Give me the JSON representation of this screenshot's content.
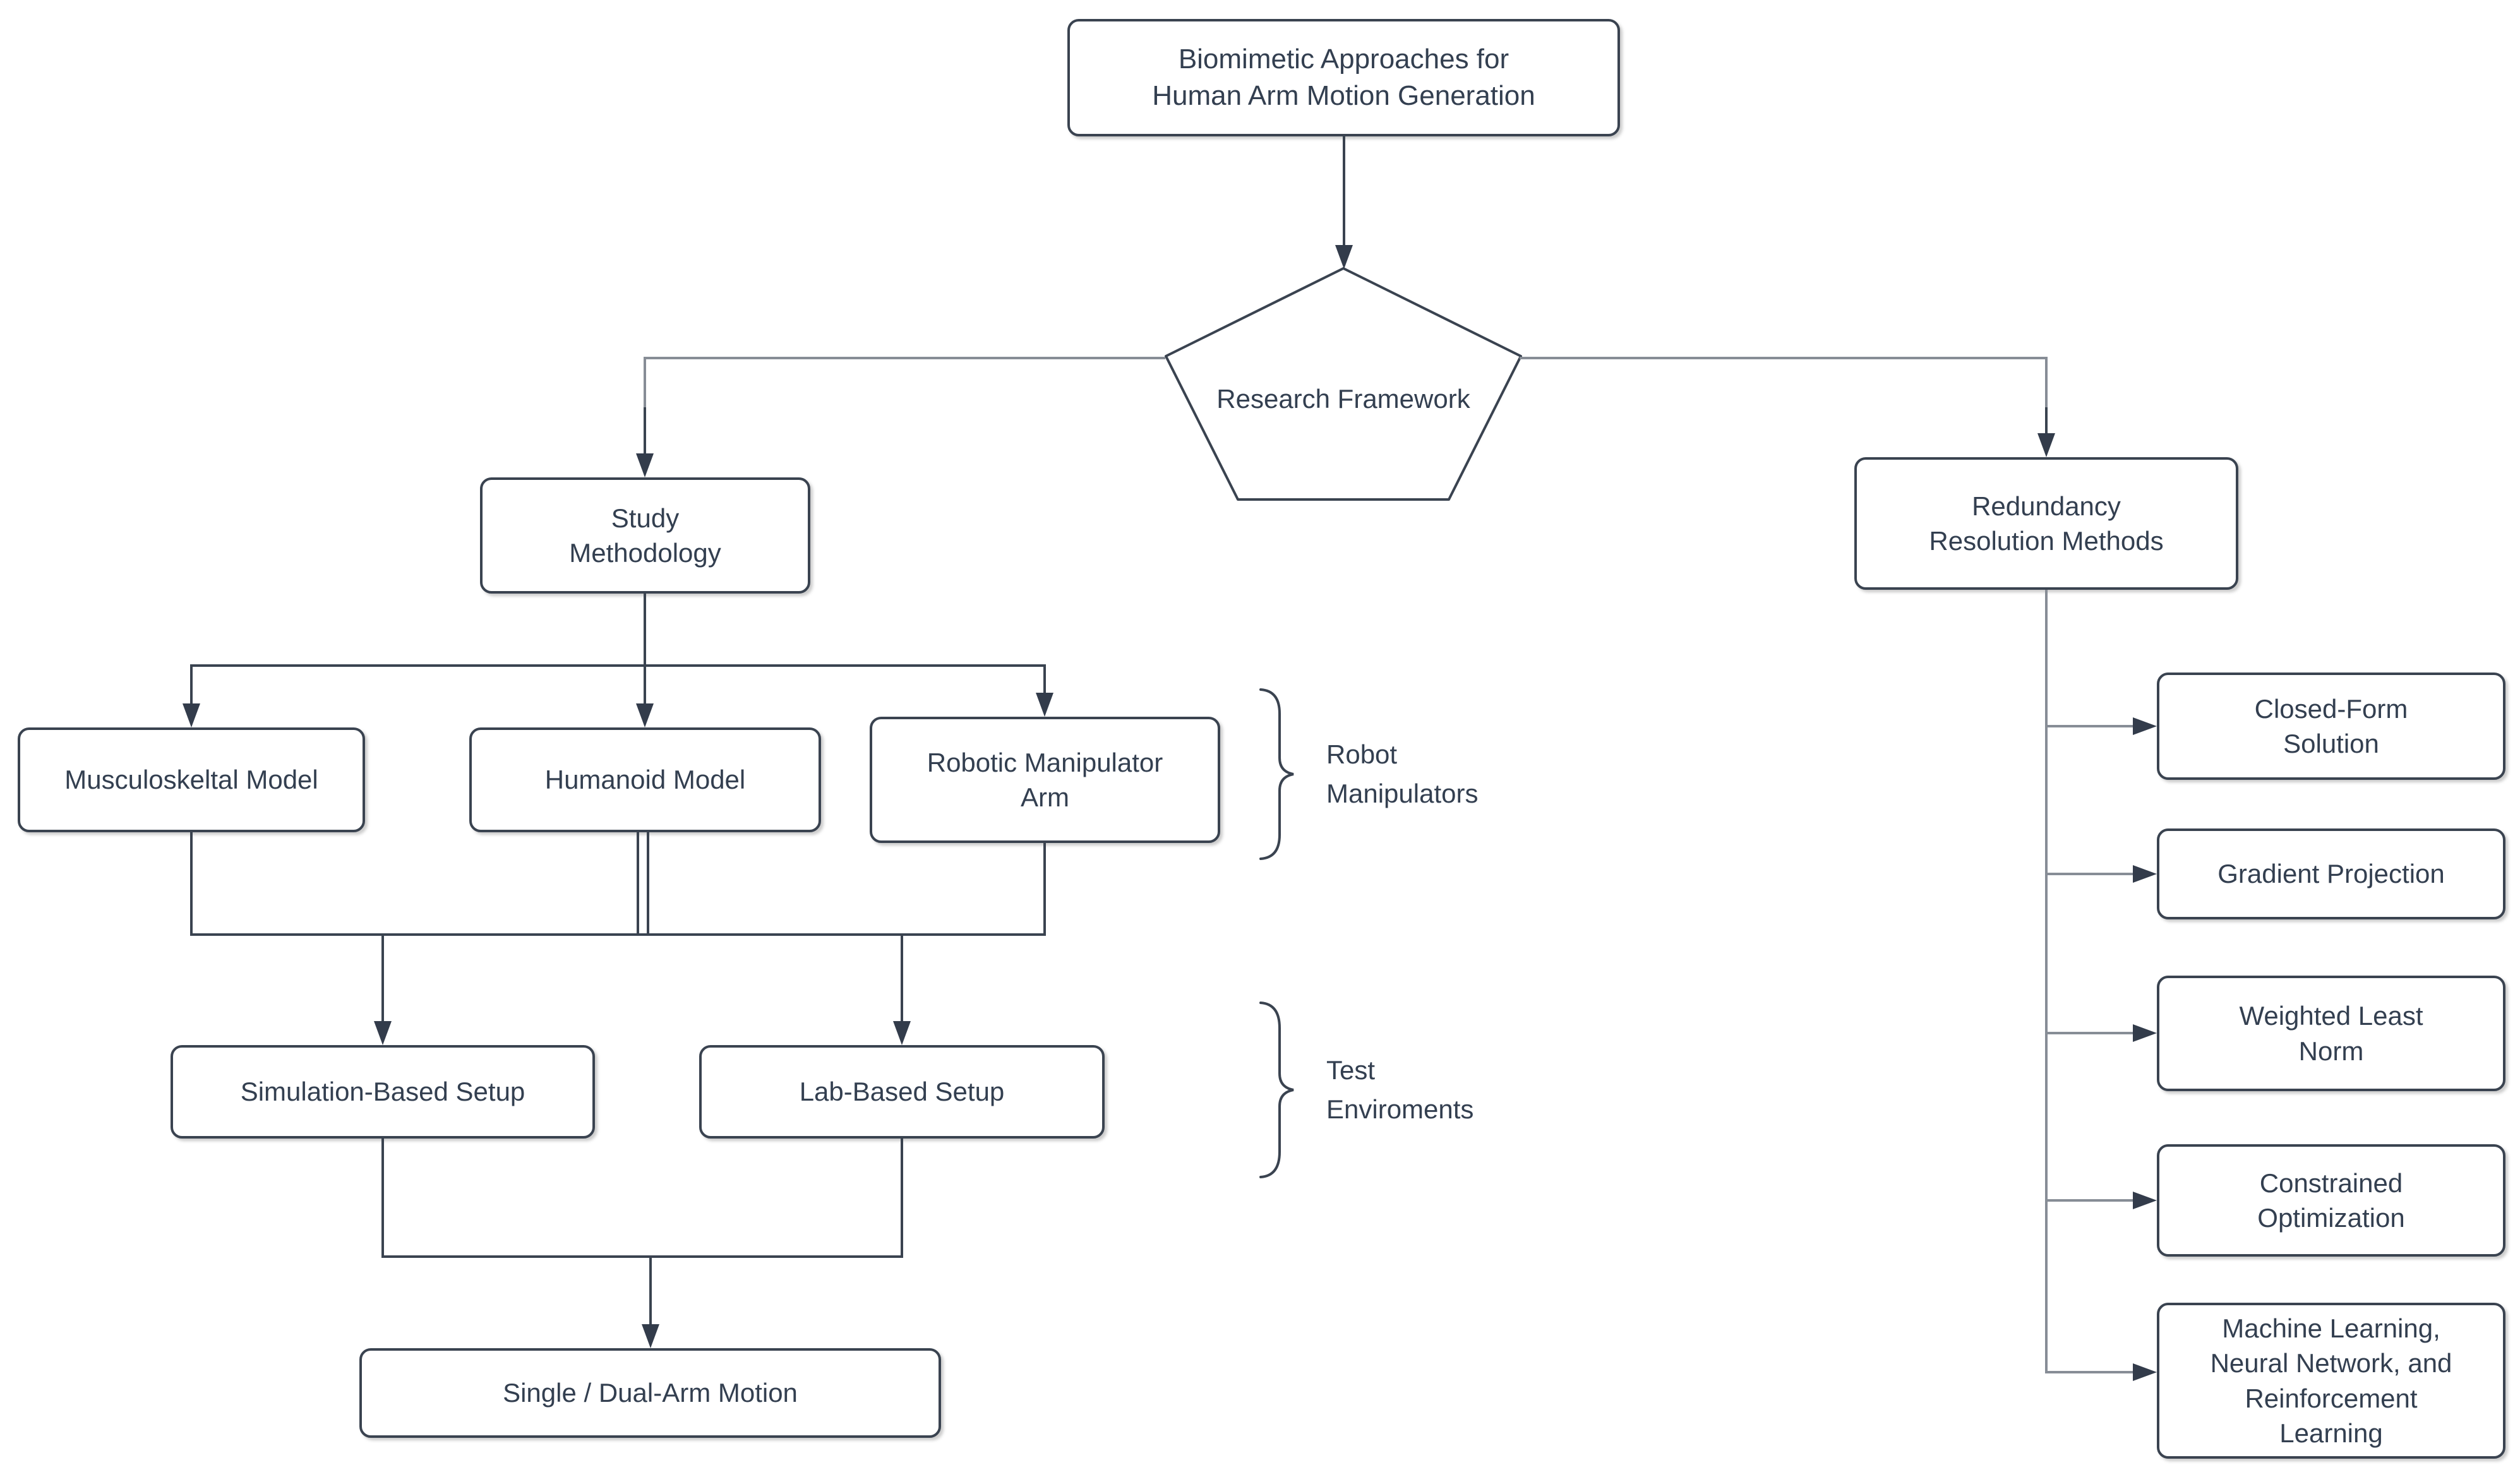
{
  "diagram": {
    "type": "flowchart",
    "background": "#ffffff",
    "colors": {
      "node_border": "#3a4350",
      "node_fill": "#ffffff",
      "text": "#333f50",
      "edge_dark": "#3a4350",
      "edge_gray": "#878d96",
      "arrowhead": "#333c4b"
    }
  },
  "nodes": {
    "title": {
      "label": "Biomimetic Approaches for\nHuman Arm Motion Generation"
    },
    "research_framework": {
      "label": "Research Framework",
      "shape": "pentagon"
    },
    "study_methodology": {
      "label": "Study\nMethodology"
    },
    "musculoskeletal": {
      "label": "Musculoskeltal Model"
    },
    "humanoid": {
      "label": "Humanoid Model"
    },
    "robotic_arm": {
      "label": "Robotic Manipulator\nArm"
    },
    "simulation_setup": {
      "label": "Simulation-Based Setup"
    },
    "lab_setup": {
      "label": "Lab-Based Setup"
    },
    "single_dual": {
      "label": "Single / Dual-Arm Motion"
    },
    "redundancy": {
      "label": "Redundancy\nResolution Methods"
    },
    "closed_form": {
      "label": "Closed-Form\nSolution"
    },
    "gradient_projection": {
      "label": "Gradient Projection"
    },
    "weighted_least_norm": {
      "label": "Weighted Least\nNorm"
    },
    "constrained_optimization": {
      "label": "Constrained\nOptimization"
    },
    "machine_learning": {
      "label": "Machine Learning,\nNeural Network, and\nReinforcement\nLearning"
    }
  },
  "annotations": {
    "robot_manipulators": {
      "label": "Robot\nManipulators"
    },
    "test_environments": {
      "label": "Test\nEnviroments"
    }
  }
}
